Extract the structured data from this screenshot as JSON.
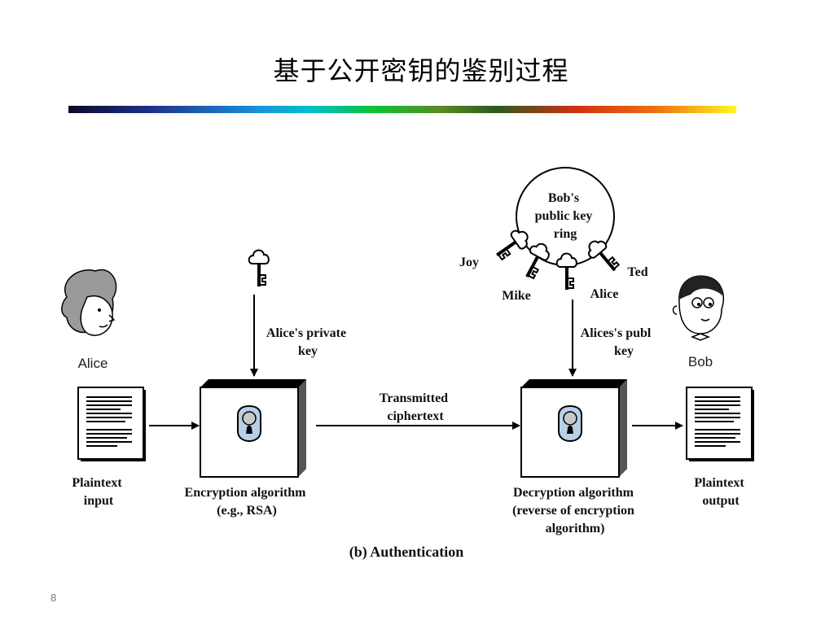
{
  "slide": {
    "title": "基于公开密钥的鉴别过程",
    "number": "8",
    "rainbow_colors": [
      "#0a0a2a",
      "#1d2f8a",
      "#1a8fd8",
      "#00c0d0",
      "#10c030",
      "#5a8a20",
      "#2a5a20",
      "#d03010",
      "#f07010",
      "#fff820"
    ]
  },
  "diagram": {
    "caption": "(b) Authentication",
    "alice_name": "Alice",
    "bob_name": "Bob",
    "plaintext_input_lines": [
      "Plaintext",
      "input"
    ],
    "plaintext_output_lines": [
      "Plaintext",
      "output"
    ],
    "encryption_lines": [
      "Encryption algorithm",
      "(e.g., RSA)"
    ],
    "decryption_lines": [
      "Decryption algorithm",
      "(reverse of encryption",
      "algorithm)"
    ],
    "private_key_lines": [
      "Alice's private",
      "key"
    ],
    "public_key_lines": [
      "Alices's publ",
      "key"
    ],
    "transmitted_lines": [
      "Transmitted",
      "ciphertext"
    ],
    "keyring_lines": [
      "Bob's",
      "public key",
      "ring"
    ],
    "ring_keys": {
      "joy": "Joy",
      "mike": "Mike",
      "alice": "Alice",
      "ted": "Ted"
    }
  }
}
